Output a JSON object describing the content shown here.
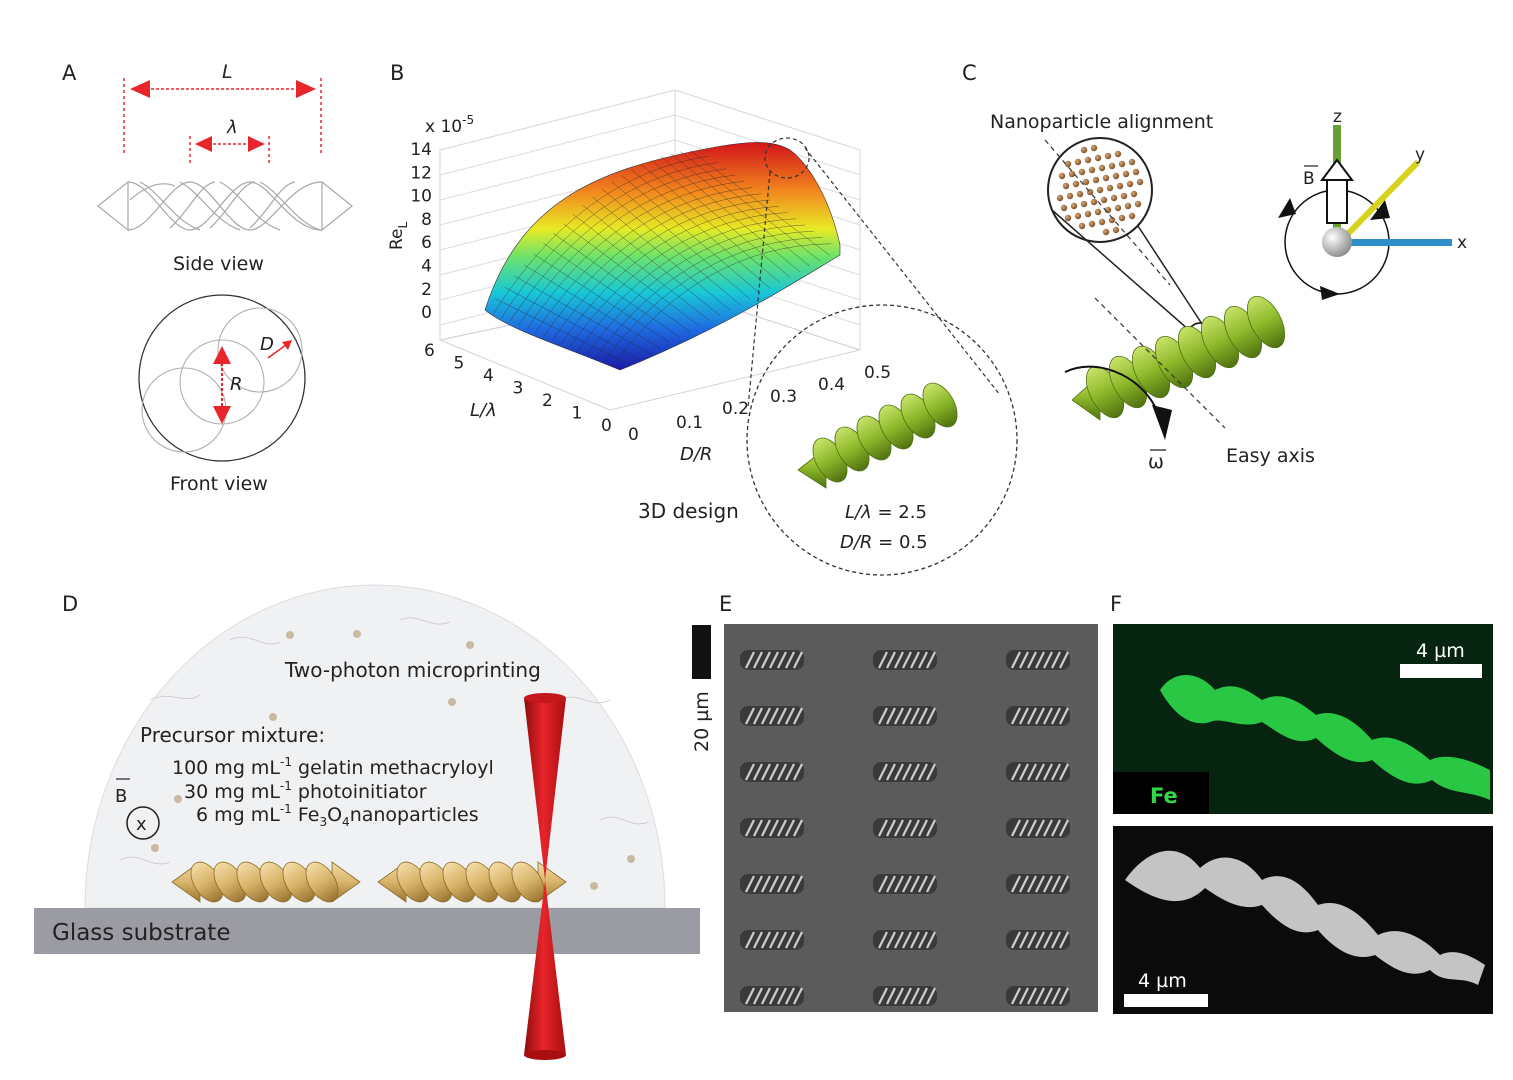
{
  "panels": {
    "a": {
      "letter": "A",
      "side_view": "Side view",
      "front_view": "Front view",
      "L": "L",
      "lambda": "λ",
      "D": "D",
      "R": "R"
    },
    "b": {
      "letter": "B",
      "multiplier_prefix": "x 10",
      "multiplier_exp": "-5",
      "zlabel_main": "Re",
      "zlabel_sub": "L",
      "xlabel": "L/λ",
      "ylabel": "D/R",
      "z_ticks": [
        "14",
        "12",
        "10",
        "8",
        "6",
        "4",
        "2",
        "0"
      ],
      "x_ticks": [
        "6",
        "5",
        "4",
        "3",
        "2",
        "1",
        "0"
      ],
      "y_ticks": [
        "0",
        "0.1",
        "0.2",
        "0.3",
        "0.4",
        "0.5"
      ],
      "design_label": "3D design",
      "eq1_lhs": "L/λ",
      "eq1_rhs": " = 2.5",
      "eq2_lhs": "D/R",
      "eq2_rhs": " = 0.5"
    },
    "c": {
      "letter": "C",
      "alignment": "Nanoparticle alignment",
      "easy_axis": "Easy axis",
      "omega": "ω",
      "B": "B",
      "x": "x",
      "y": "y",
      "z": "z"
    },
    "d": {
      "letter": "D",
      "two_photon": "Two-photon microprinting",
      "precursor": "Precursor mixture:",
      "line1_pre": "100 mg mL",
      "line1_exp": "-1",
      "line1_post": " gelatin methacryloyl",
      "line2_pre": "30 mg mL",
      "line2_exp": "-1",
      "line2_post": " photoinitiator",
      "line3_pre": "6 mg mL",
      "line3_exp": "-1",
      "line3_mid": " Fe",
      "line3_sub1": "3",
      "line3_o": "O",
      "line3_sub2": "4",
      "line3_post": "nanoparticles",
      "B": "B",
      "cross": "x",
      "glass": "Glass substrate"
    },
    "e": {
      "letter": "E",
      "scale": "20 µm",
      "rows": 7,
      "cols": 3
    },
    "f": {
      "letter": "F",
      "scale_top": "4 µm",
      "fe": "Fe",
      "scale_bottom": "4 µm"
    }
  },
  "colors": {
    "red": "#e8252b",
    "green_helix": "#8db82a",
    "gold_helix": "#d9b46a",
    "fe_green": "#2fd94a",
    "substrate": "#9b9ba3",
    "dome": "#f0f1f3",
    "sem_bg": "#5a5a5a"
  }
}
